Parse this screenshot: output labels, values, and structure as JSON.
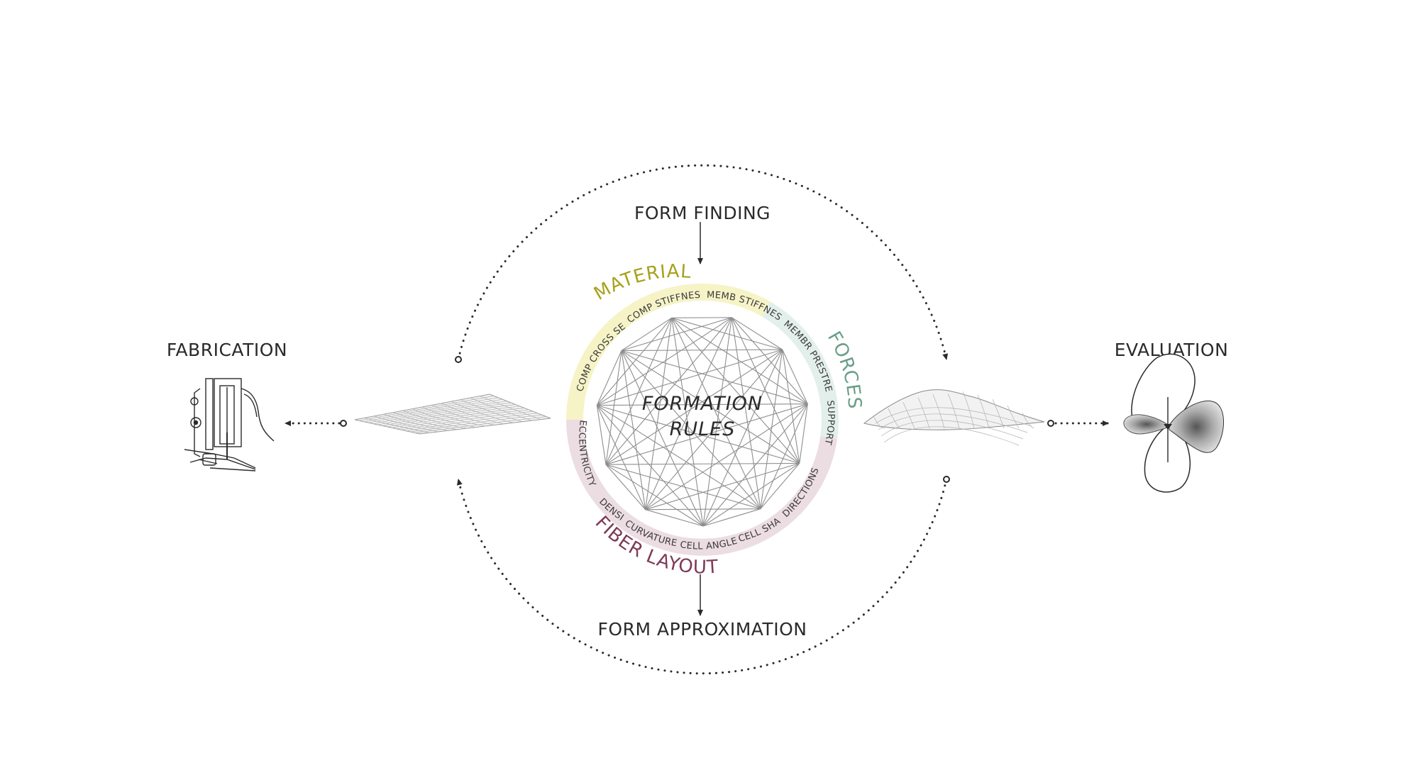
{
  "stages": {
    "form_finding": "FORM FINDING",
    "form_approximation": "FORM APPROXIMATION",
    "fabrication": "FABRICATION",
    "evaluation": "EVALUATION"
  },
  "center": {
    "line1": "FORMATION",
    "line2": "RULES"
  },
  "categories": {
    "materials": "MATERIALS",
    "forces": "FORCES",
    "fiber_layout": "FIBER LAYOUT"
  },
  "parameters": {
    "materials": [
      "COMP CROSS SECTION",
      "COMP STIFFNESS",
      "MEMB STIFFNESS"
    ],
    "forces": [
      "MEMBR PRESTRESS",
      "SUPPORTS"
    ],
    "fiber_layout": [
      "DIRECTIONS",
      "CELL SHAPE",
      "CELL ANGLE",
      "CURVATURE",
      "DENSITY",
      "ECCENTRICITY"
    ]
  },
  "colors": {
    "materials_band": "#f6f3c7",
    "materials_text": "#a8a11c",
    "forces_band": "#e3efea",
    "forces_text": "#6a9e88",
    "fiber_band": "#ecdde3",
    "fiber_text": "#7e3a57",
    "line": "#2a2a2a"
  }
}
